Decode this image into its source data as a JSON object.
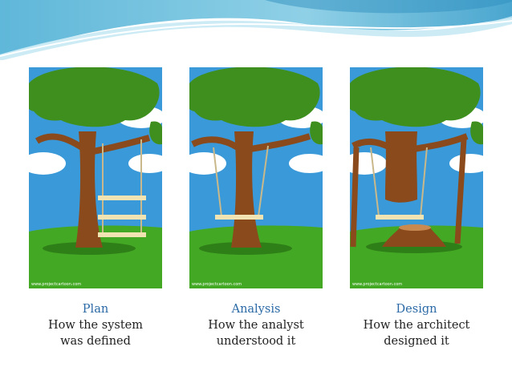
{
  "watermark": "www.projectcartoon.com",
  "colors": {
    "sky": "#3a9ad9",
    "grass": "#43a824",
    "trunk": "#8a4a1c",
    "foliage": "#3f8f1e",
    "caption_title": "#2b6aa6",
    "caption_text": "#222222"
  },
  "panels": [
    {
      "title": "Plan",
      "line1": "How the system",
      "line2": "was defined"
    },
    {
      "title": "Analysis",
      "line1": "How the analyst",
      "line2": "understood it"
    },
    {
      "title": "Design",
      "line1": "How the architect",
      "line2": "designed it"
    }
  ]
}
